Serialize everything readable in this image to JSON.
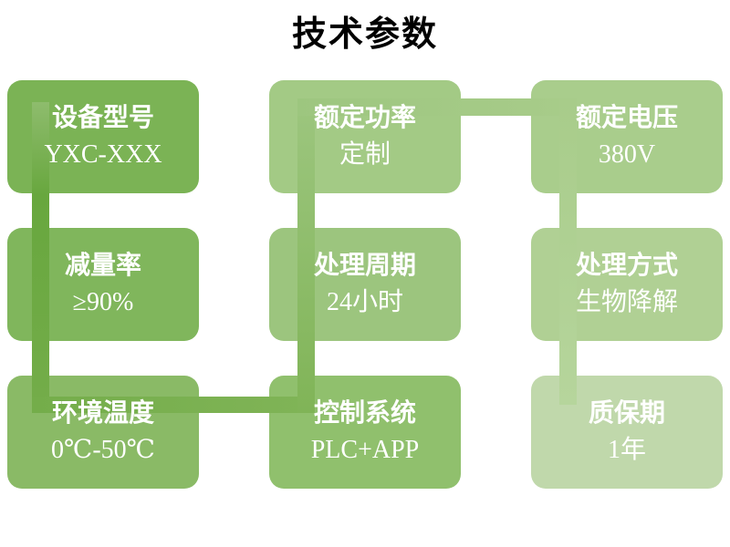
{
  "title": "技术参数",
  "palette": {
    "connector_start": "#68a73e",
    "connector_end": "#b6d59c",
    "box_text_color": "#ffffff",
    "title_color": "#000000"
  },
  "boxes": [
    {
      "name": "device-model",
      "title": "设备型号",
      "value": "YXC-XXX",
      "color": "#7bb355"
    },
    {
      "name": "rated-power",
      "title": "额定功率",
      "value": "定制",
      "color": "#a3ca85"
    },
    {
      "name": "rated-voltage",
      "title": "额定电压",
      "value": "380V",
      "color": "#a9cd8c"
    },
    {
      "name": "reduction-rate",
      "title": "减量率",
      "value": "≥90%",
      "color": "#80b65c"
    },
    {
      "name": "processing-cycle",
      "title": "处理周期",
      "value": "24小时",
      "color": "#9cc57e"
    },
    {
      "name": "processing-method",
      "title": "处理方式",
      "value": "生物降解",
      "color": "#b0d094"
    },
    {
      "name": "ambient-temperature",
      "title": "环境温度",
      "value": "0℃-50℃",
      "color": "#8aba66"
    },
    {
      "name": "control-system",
      "title": "控制系统",
      "value": "PLC+APP",
      "color": "#90c06d"
    },
    {
      "name": "warranty-period",
      "title": "质保期",
      "value": "1年",
      "color": "#c0d8ab"
    }
  ]
}
